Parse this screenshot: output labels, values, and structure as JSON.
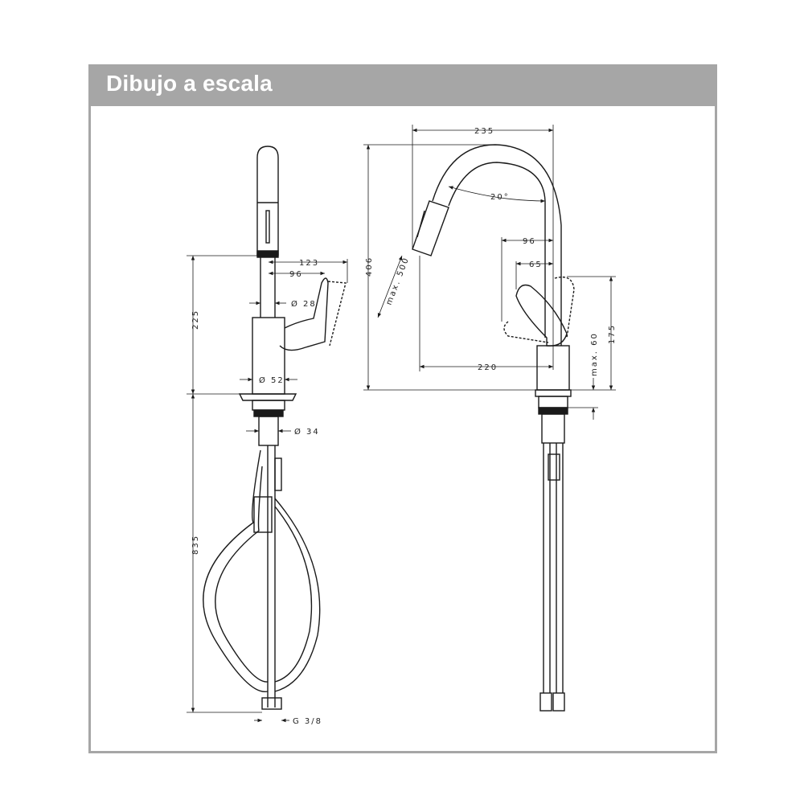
{
  "header": {
    "title": "Dibujo a escala"
  },
  "side_view": {
    "dimensions": {
      "height_total": "225",
      "below_counter": "835",
      "spout_reach": "123",
      "lever_reach": "96",
      "spout_diameter": "Ø 28",
      "body_diameter": "Ø 52",
      "shank_diameter": "Ø 34",
      "connection": "G 3/8"
    }
  },
  "front_view": {
    "dimensions": {
      "spout_width": "235",
      "height": "406",
      "swivel_angle": "20°",
      "pull_out": "max. 500",
      "lever_96": "96",
      "lever_65": "65",
      "spout_projection": "220",
      "lever_height": "175",
      "counter_thickness": "max. 60"
    }
  },
  "colors": {
    "header_bg": "#a6a6a6",
    "header_text": "#ffffff",
    "line": "#1a1a1a"
  }
}
